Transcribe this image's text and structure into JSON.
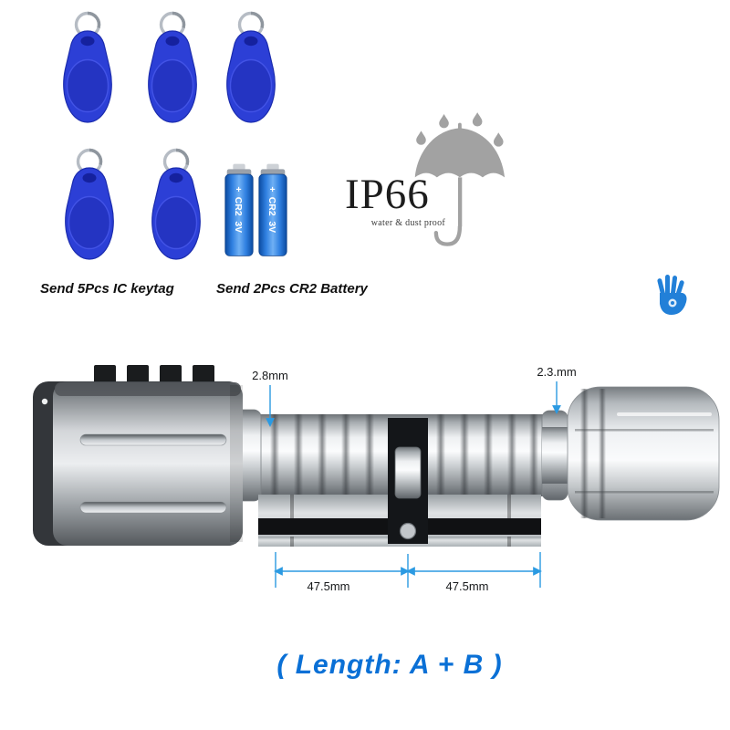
{
  "captions": {
    "keytags": "Send 5Pcs IC keytag",
    "batteries": "Send 2Pcs CR2 Battery"
  },
  "ip_badge": {
    "rating": "IP66",
    "subtitle": "water & dust proof"
  },
  "battery": {
    "plus": "+",
    "type": "CR2",
    "voltage": "3V"
  },
  "lock_dimensions": {
    "top_left": "2.8mm",
    "top_right": "2.3.mm",
    "bottom_left": "47.5mm",
    "bottom_right": "47.5mm"
  },
  "length_note": "( Length:  A + B )",
  "icons": {
    "keytag": "rfid-keytag",
    "keyring": "keyring",
    "battery": "cr2-battery",
    "umbrella": "umbrella-rain",
    "raindrop": "raindrop",
    "hand": "hand-logo"
  },
  "colors": {
    "keytag_blue": "#2c3fd6",
    "battery_blue": "#2f7fe0",
    "dimension_line_blue": "#2b9ae2",
    "length_text_blue": "#0a70d6",
    "hand_logo_blue": "#2280d8",
    "umbrella_gray": "#a2a2a2",
    "chrome_silver": "#d9dcdf"
  }
}
